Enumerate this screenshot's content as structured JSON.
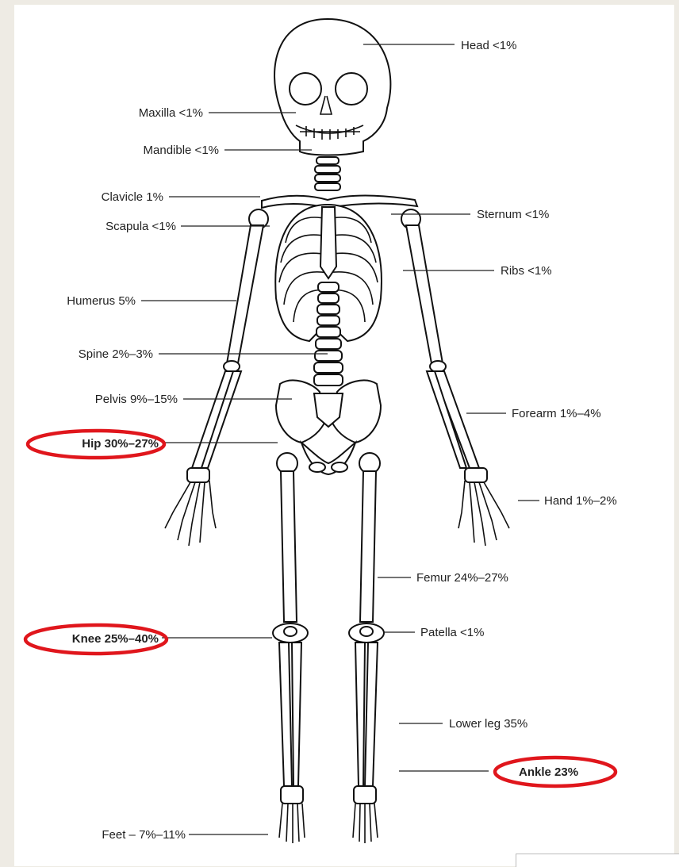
{
  "labels": {
    "head": "Head <1%",
    "maxilla": "Maxilla <1%",
    "mandible": "Mandible <1%",
    "clavicle": "Clavicle 1%",
    "scapula": "Scapula <1%",
    "sternum": "Sternum <1%",
    "ribs": "Ribs <1%",
    "humerus": "Humerus 5%",
    "spine": "Spine 2%–3%",
    "pelvis": "Pelvis 9%–15%",
    "forearm": "Forearm 1%–4%",
    "hip": "Hip 30%–27%",
    "hand": "Hand 1%–2%",
    "femur": "Femur 24%–27%",
    "knee": "Knee 25%–40%",
    "patella": "Patella <1%",
    "lower_leg": "Lower leg 35%",
    "ankle": "Ankle 23%",
    "feet": "Feet – 7%–11%"
  },
  "highlighted": [
    "Hip",
    "Knee",
    "Ankle"
  ],
  "colors": {
    "highlight": "#e0161c",
    "background": "#eeebe4",
    "line": "#111111"
  }
}
